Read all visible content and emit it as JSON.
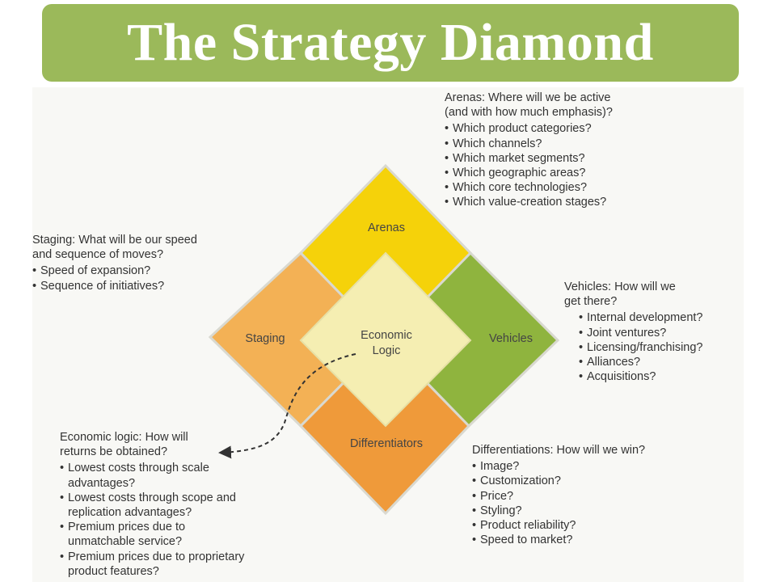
{
  "title": "The Strategy Diamond",
  "diamond": {
    "arenas": "Arenas",
    "staging": "Staging",
    "vehicles": "Vehicles",
    "differentiators": "Differentiators",
    "center_line1": "Economic",
    "center_line2": "Logic"
  },
  "colors": {
    "title_bar": "#9bb95a",
    "arenas": "#f5d20a",
    "staging": "#f3b155",
    "vehicles": "#8fb43e",
    "differentiators": "#ef9a3a",
    "center": "#f5eeb2"
  },
  "arenas_note": {
    "heading": "Arenas: Where will we be active\n(and with how much emphasis)?",
    "items": [
      "Which product categories?",
      "Which channels?",
      "Which market segments?",
      "Which geographic areas?",
      "Which core technologies?",
      "Which value-creation stages?"
    ]
  },
  "staging_note": {
    "heading": "Staging: What will be our speed\nand sequence of moves?",
    "items": [
      "Speed of expansion?",
      "Sequence of initiatives?"
    ]
  },
  "vehicles_note": {
    "heading": "Vehicles: How will we\nget there?",
    "items": [
      "Internal development?",
      "Joint ventures?",
      "Licensing/franchising?",
      "Alliances?",
      "Acquisitions?"
    ]
  },
  "economic_note": {
    "heading": "Economic logic: How will\nreturns be obtained?",
    "items": [
      "Lowest costs through scale\nadvantages?",
      "Lowest costs through scope and\nreplication advantages?",
      "Premium prices due to\nunmatchable service?",
      "Premium prices due to proprietary\nproduct features?"
    ]
  },
  "differentiators_note": {
    "heading": "Differentiations: How will we win?",
    "items": [
      "Image?",
      "Customization?",
      "Price?",
      "Styling?",
      "Product reliability?",
      "Speed to market?"
    ]
  }
}
